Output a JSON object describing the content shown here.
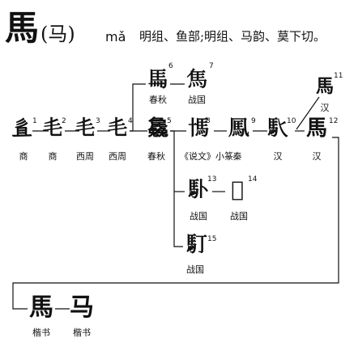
{
  "header": {
    "character": "馬",
    "simplified_paren": "(马)",
    "pinyin": "mǎ",
    "description": "明组、鱼部;明组、马韵、莫下切。"
  },
  "nodes": [
    {
      "id": "n1",
      "glyph": "𢒉",
      "num": "1",
      "period": "商"
    },
    {
      "id": "n2",
      "glyph": "𣬛",
      "num": "2",
      "period": "商"
    },
    {
      "id": "n3",
      "glyph": "𣬛",
      "num": "3",
      "period": "西周"
    },
    {
      "id": "n4",
      "glyph": "𣬛",
      "num": "4",
      "period": "西周"
    },
    {
      "id": "n5",
      "glyph": "𣬚",
      "num": "5",
      "period": "春秋"
    },
    {
      "id": "n6",
      "glyph": "𩡧",
      "num": "6",
      "period": "春秋"
    },
    {
      "id": "n7",
      "glyph": "𩡨",
      "num": "7",
      "period": "战国"
    },
    {
      "id": "n8",
      "glyph": "𩡪",
      "num": "8",
      "period": "《说文》小篆"
    },
    {
      "id": "n9",
      "glyph": "𩡫",
      "num": "9",
      "period": "秦"
    },
    {
      "id": "n10",
      "glyph": "𩡬",
      "num": "10",
      "period": "汉"
    },
    {
      "id": "n11",
      "glyph": "馬",
      "num": "11",
      "period": "汉"
    },
    {
      "id": "n12",
      "glyph": "馬",
      "num": "12",
      "period": "汉"
    },
    {
      "id": "n13",
      "glyph": "𩡭",
      "num": "13",
      "period": "战国"
    },
    {
      "id": "n14",
      "glyph": "𩡮",
      "num": "14",
      "period": "战国"
    },
    {
      "id": "n15",
      "glyph": "𩡯",
      "num": "15",
      "period": "战国"
    }
  ],
  "kaishu": {
    "traditional": "馬",
    "simplified": "马",
    "label_1": "楷书",
    "label_2": "楷书"
  }
}
